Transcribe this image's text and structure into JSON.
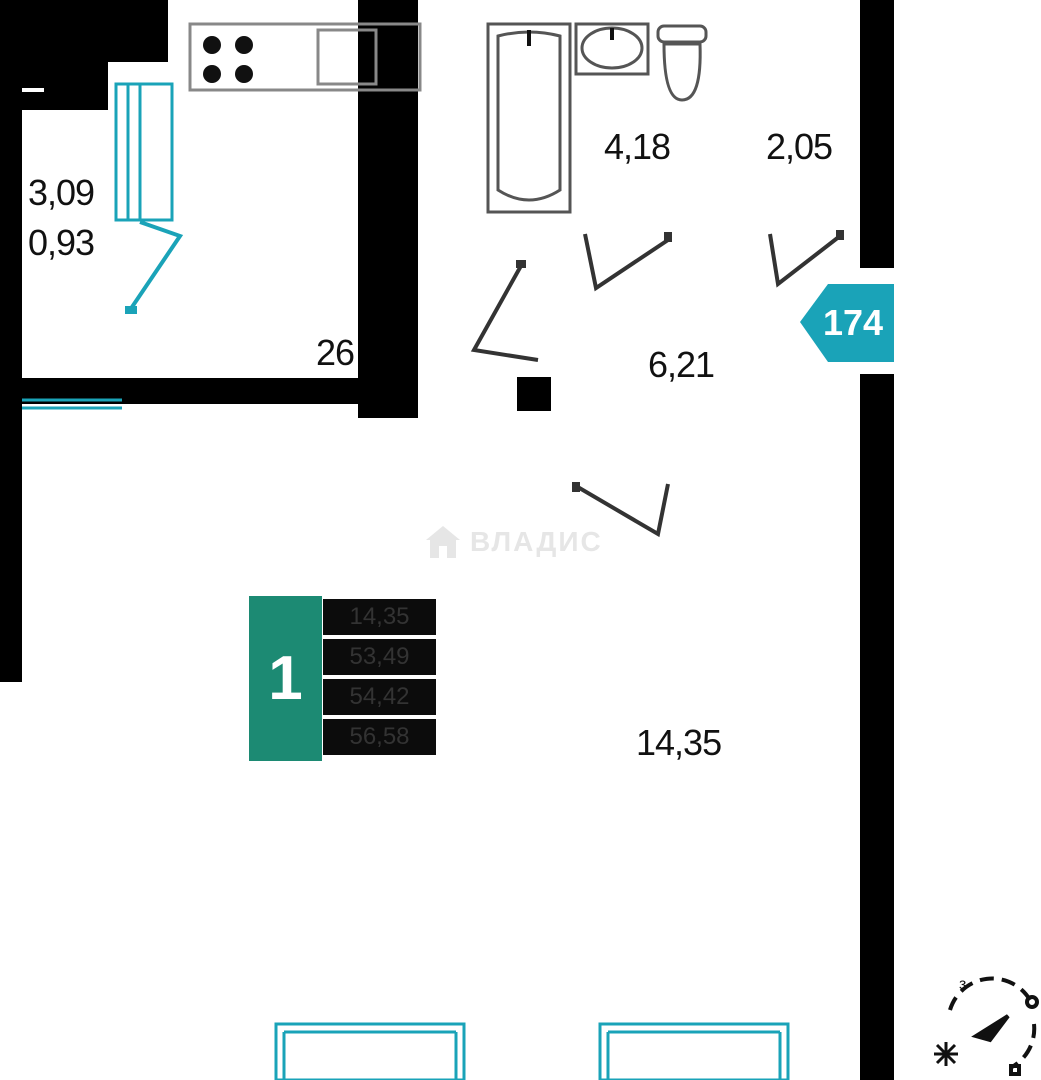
{
  "rooms": {
    "balcony_area": "3,09",
    "balcony_area_reduced": "0,93",
    "kitchen_area": "26",
    "bathroom_area": "4,18",
    "toilet_area": "2,05",
    "hall_area": "6,21",
    "living_area": "14,35"
  },
  "apartment": {
    "rooms_count": "1",
    "areas": [
      "14,35",
      "53,49",
      "54,42",
      "56,58"
    ]
  },
  "unit_number": "174",
  "watermark": "ВЛАДИС",
  "compass": {
    "letter": "з"
  },
  "colors": {
    "wall": "#000000",
    "window": "#1aa3b8",
    "badge_green": "#1c8a73",
    "unit_badge": "#1aa3b8"
  }
}
